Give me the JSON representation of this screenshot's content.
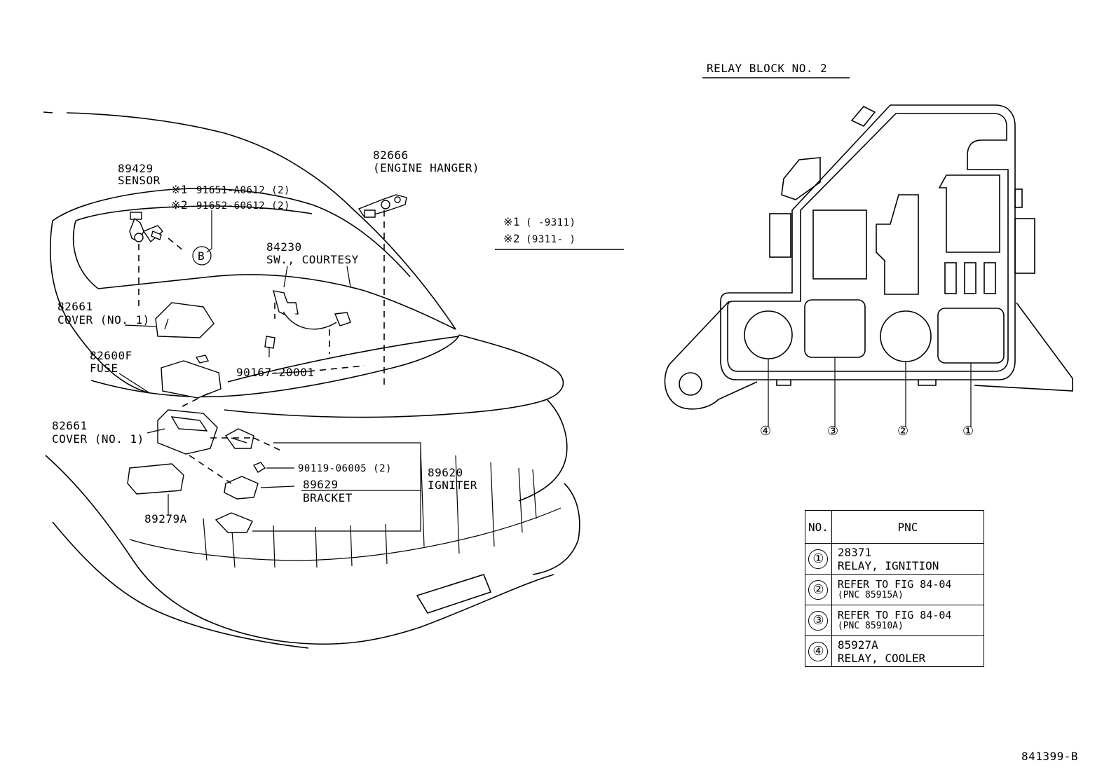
{
  "callouts": {
    "sensor_pn": "89429",
    "sensor_name": "SENSOR",
    "bolt1": "91651-A0612 (2)",
    "bolt2": "91652-60612 (2)",
    "ref_b": "B",
    "hanger_pn": "82666",
    "hanger_name": "(ENGINE HANGER)",
    "courtesy_pn": "84230",
    "courtesy_name": "SW., COURTESY",
    "cover1_pn": "82661",
    "cover1_name": "COVER (NO. 1)",
    "fuse_pn": "82600F",
    "fuse_name": "FUSE",
    "clip_pn": "90167-20001",
    "cover2_pn": "82661",
    "cover2_name": "COVER (NO. 1)",
    "screw_pn": "90119-06005 (2)",
    "bracket_pn": "89629",
    "bracket_name": "BRACKET",
    "igniter_pn": "89620",
    "igniter_name": "IGNITER",
    "tray_pn": "89279A"
  },
  "legend": {
    "mark1": "※1",
    "range1": "(      -9311)",
    "mark2": "※2",
    "range2": "(9311-      )"
  },
  "relay_block": {
    "title": "RELAY BLOCK NO. 2",
    "positions": [
      "④",
      "③",
      "②",
      "①"
    ]
  },
  "pnc_table": {
    "header_no": "NO.",
    "header_pnc": "PNC",
    "rows": [
      {
        "no": "①",
        "line1": "28371",
        "line2": "RELAY, IGNITION"
      },
      {
        "no": "②",
        "line1": "REFER TO FIG 84-04",
        "line2": "(PNC 85915A)"
      },
      {
        "no": "③",
        "line1": "REFER TO FIG 84-04",
        "line2": "(PNC 85910A)"
      },
      {
        "no": "④",
        "line1": "85927A",
        "line2": "RELAY, COOLER"
      }
    ]
  },
  "figure_id": "841399-B"
}
